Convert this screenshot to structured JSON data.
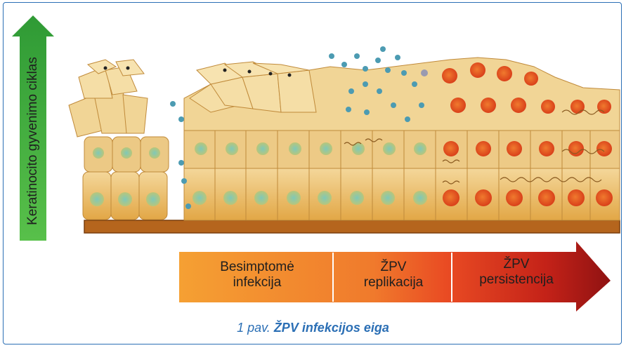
{
  "axis": {
    "label": "Keratinocito gyvenimo ciklas",
    "color": "#3aa53a"
  },
  "stages": [
    {
      "line1": "Besimptomė",
      "line2": "infekcija",
      "color": "#f29a2e"
    },
    {
      "line1": "ŽPV",
      "line2": "replikacija",
      "color": "#ee6a2b"
    },
    {
      "line1": "ŽPV",
      "line2": "persistencija",
      "color": "#c42218"
    }
  ],
  "caption": {
    "prefix": "1 pav.",
    "title": "ŽPV infekcijos eiga",
    "color": "#2b6fb5"
  },
  "icons": {
    "vertical_arrow": "arrow-up-green",
    "stage_arrow": "arrow-right-gradient"
  }
}
